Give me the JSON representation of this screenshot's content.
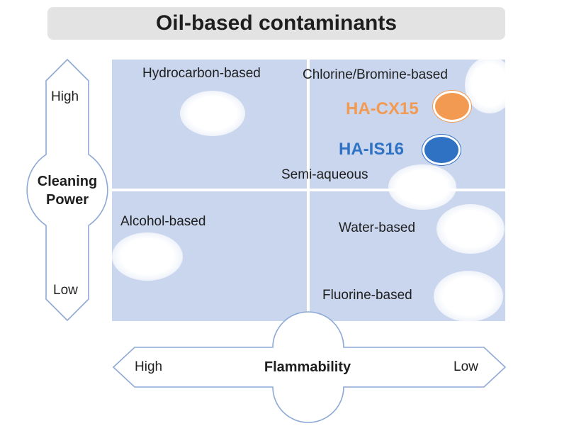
{
  "title": "Oil-based contaminants",
  "y_axis": {
    "title_line1": "Cleaning",
    "title_line2": "Power",
    "high": "High",
    "low": "Low"
  },
  "x_axis": {
    "title": "Flammability",
    "high": "High",
    "low": "Low"
  },
  "categories": {
    "hydrocarbon": "Hydrocarbon-based",
    "chlorine": "Chlorine/Bromine-based",
    "semi_aqueous": "Semi-aqueous",
    "alcohol": "Alcohol-based",
    "water": "Water-based",
    "fluorine": "Fluorine-based"
  },
  "products": {
    "cx15": {
      "label": "HA-CX15",
      "color": "#f39a52"
    },
    "is16": {
      "label": "HA-IS16",
      "color": "#2f72c4"
    }
  },
  "colors": {
    "quadrant": "#c9d6ee",
    "outline": "#8ea8d6"
  }
}
